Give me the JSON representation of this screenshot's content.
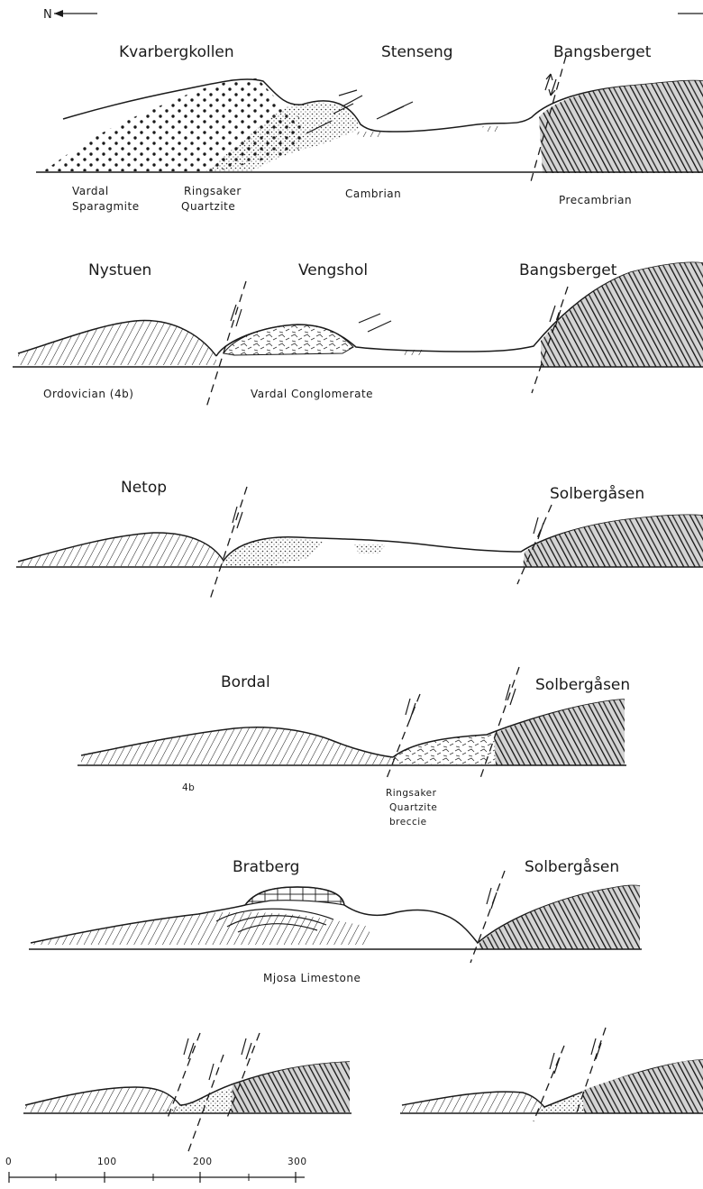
{
  "north_label": "N",
  "sections": [
    {
      "id": "s1",
      "places": [
        "Kvarbergkollen",
        "Stenseng",
        "Bangsberget"
      ],
      "units": [
        [
          "Vardal",
          "Sparagmite"
        ],
        [
          "Ringsaker",
          "Quartzite"
        ],
        [
          "Cambrian"
        ],
        [
          "Precambrian"
        ]
      ]
    },
    {
      "id": "s2",
      "places": [
        "Nystuen",
        "Vengshol",
        "Bangsberget"
      ],
      "units": [
        [
          "Ordovician (4b)"
        ],
        [
          "Vardal Conglomerate"
        ]
      ]
    },
    {
      "id": "s3",
      "places": [
        "Netop",
        "Solbergåsen"
      ],
      "units": []
    },
    {
      "id": "s4",
      "places": [
        "Bordal",
        "Solbergåsen"
      ],
      "units": [
        [
          "4b"
        ],
        [
          "Ringsaker",
          "Quartzite",
          "breccie"
        ]
      ]
    },
    {
      "id": "s5",
      "places": [
        "Bratberg",
        "Solbergåsen"
      ],
      "units": [
        [
          "Mjosa Limestone"
        ]
      ]
    }
  ],
  "scale": {
    "ticks": [
      "0",
      "100",
      "200",
      "300"
    ]
  }
}
